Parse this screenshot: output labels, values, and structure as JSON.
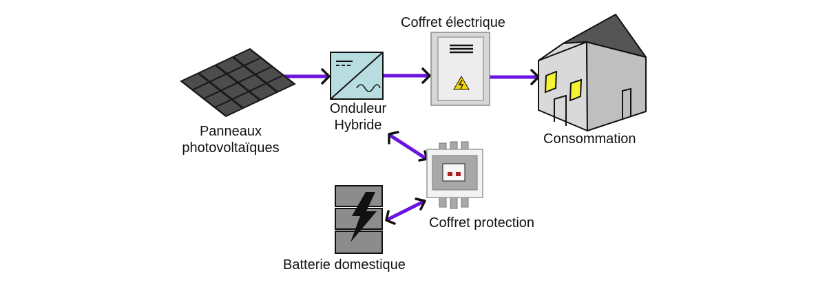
{
  "colors": {
    "connector": "#6a14e0",
    "outline": "#111111",
    "solar_cell": "#4d4d4d",
    "solar_frame": "#1a1a1a",
    "inverter": "#b8dde0",
    "panel_box": "#d7d7d7",
    "house_wall": "#d9d9d9",
    "house_roof": "#555555",
    "window": "#f4f432",
    "battery": "#8c8c8c",
    "warning": "#f4d40a"
  },
  "labels": {
    "solar": [
      "Panneaux",
      "photovoltaïques"
    ],
    "inverter": [
      "Onduleur",
      "Hybride"
    ],
    "panel": "Coffret électrique",
    "house": "Consommation",
    "protection": "Coffret protection",
    "battery": "Batterie domestique"
  },
  "icons": {
    "solar": "solar-panel-icon",
    "inverter": "inverter-icon",
    "panel": "electrical-panel-icon",
    "house": "house-icon",
    "protection": "protection-box-icon",
    "battery": "battery-icon"
  }
}
